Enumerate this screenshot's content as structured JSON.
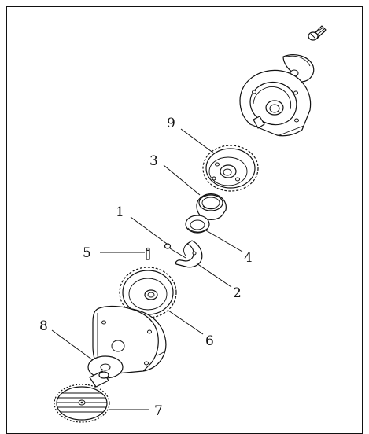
{
  "diagram": {
    "callouts": [
      {
        "id": "1",
        "label": "1"
      },
      {
        "id": "2",
        "label": "2"
      },
      {
        "id": "3",
        "label": "3"
      },
      {
        "id": "4",
        "label": "4"
      },
      {
        "id": "5",
        "label": "5"
      },
      {
        "id": "6",
        "label": "6"
      },
      {
        "id": "7",
        "label": "7"
      },
      {
        "id": "8",
        "label": "8"
      },
      {
        "id": "9",
        "label": "9"
      }
    ],
    "parts": [
      {
        "name": "screw"
      },
      {
        "name": "hook-bracket"
      },
      {
        "name": "upper-housing"
      },
      {
        "name": "gear-9"
      },
      {
        "name": "bushing-3"
      },
      {
        "name": "ring-4"
      },
      {
        "name": "pin-1"
      },
      {
        "name": "latch-2"
      },
      {
        "name": "pin-5"
      },
      {
        "name": "gear-6"
      },
      {
        "name": "lower-housing"
      },
      {
        "name": "washer-8"
      },
      {
        "name": "shaft-gear-7"
      }
    ]
  },
  "colors": {
    "line": "#111111",
    "background": "#ffffff",
    "frame": "#111111"
  }
}
